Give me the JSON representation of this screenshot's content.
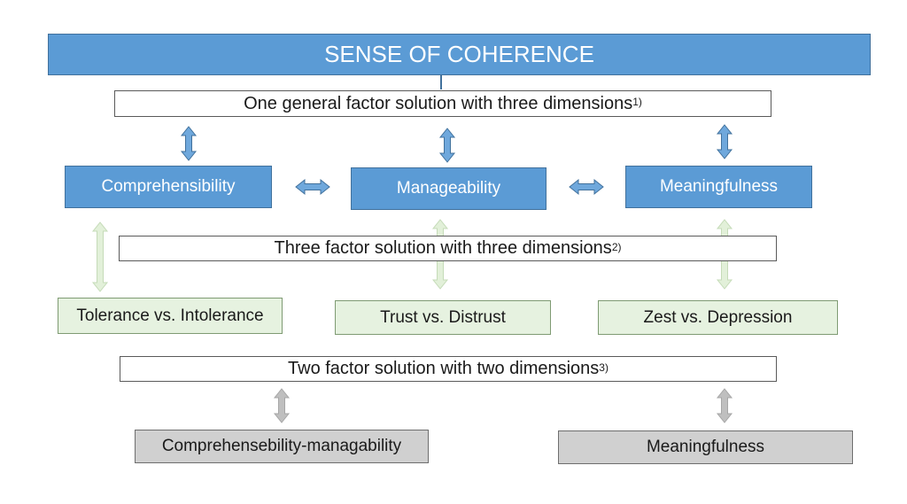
{
  "diagram": {
    "title": "SENSE OF COHERENCE",
    "solutions": {
      "one_factor": {
        "text": "One general factor solution with three dimensions",
        "note": "1)"
      },
      "three_factor": {
        "text": "Three factor solution with three dimensions",
        "note": "2)"
      },
      "two_factor": {
        "text": "Two factor solution with two dimensions",
        "note": "3)"
      }
    },
    "dimensions": {
      "comprehensibility": "Comprehensibility",
      "manageability": "Manageability",
      "meaningfulness": "Meaningfulness"
    },
    "subscales": {
      "tolerance": "Tolerance vs. Intolerance",
      "trust": "Trust vs. Distrust",
      "zest": "Zest vs. Depression"
    },
    "two_factor_dimensions": {
      "comprehensibility_manageability": "Comprehensebility-managability",
      "meaningfulness": "Meaningfulness"
    },
    "colors": {
      "blue_fill": "#5b9bd5",
      "blue_arrow": "#6fa8dc",
      "green_fill": "#e6f2e0",
      "green_arrow": "#e2f0d9",
      "grey_fill": "#d0d0d0",
      "grey_arrow": "#bfbfbf"
    }
  }
}
